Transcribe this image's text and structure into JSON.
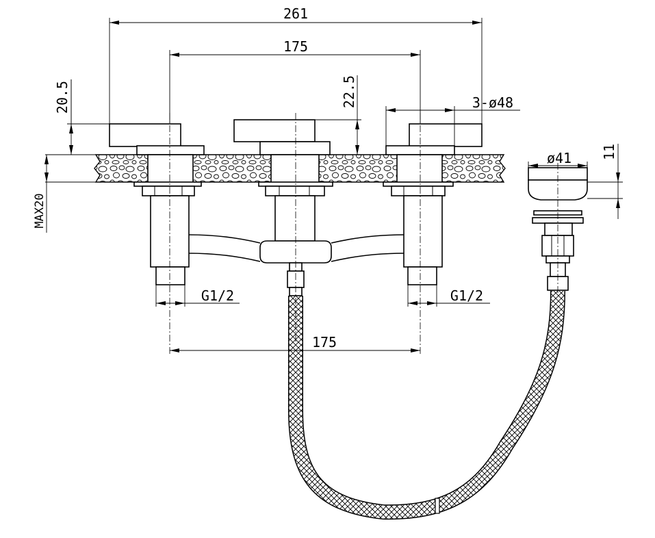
{
  "dimensions": {
    "overall_width": "261",
    "handle_spacing_top": "175",
    "handle_spacing_bottom": "175",
    "handle_height": "20.5",
    "spout_height": "22.5",
    "handle_diameter": "3-ø48",
    "deck_thickness": "MAX20",
    "inlet_left": "G1/2",
    "inlet_right": "G1/2",
    "drain_diameter": "ø41",
    "drain_height": "11"
  }
}
